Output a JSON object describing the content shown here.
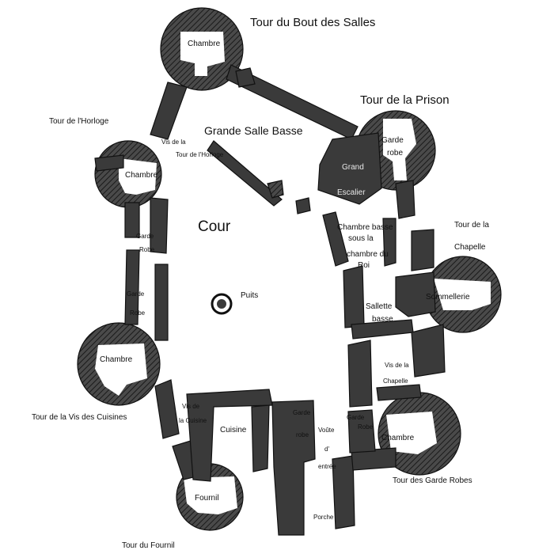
{
  "labels": {
    "tour_bout_salles": "Tour du Bout des Salles",
    "tour_prison": "Tour de la Prison",
    "tour_horloge": "Tour de l'Horloge",
    "tour_chapelle_1": "Tour de la",
    "tour_chapelle_2": "Chapelle",
    "tour_vis_cuisines": "Tour de la Vis des Cuisines",
    "tour_garde_robes": "Tour des Garde Robes",
    "tour_fournil": "Tour du Fournil",
    "chambre_top": "Chambre",
    "chambre_horloge": "Chambre",
    "chambre_left": "Chambre",
    "chambre_right": "Chambre",
    "grande_salle_basse": "Grande Salle Basse",
    "vis_de_la": "Vis de la",
    "tour_de_lhorloge_small": "Tour de l'Horloge",
    "garde_robe_top_1": "Garde",
    "garde_robe_top_2": "robe",
    "grand_escalier_1": "Grand",
    "grand_escalier_2": "Escalier",
    "cour": "Cour",
    "puits": "Puits",
    "garde_robe_left1_1": "Garde",
    "garde_robe_left1_2": "Robe",
    "garde_robe_left2_1": "Garde",
    "garde_robe_left2_2": "Robe",
    "chambre_basse_1": "Chambre basse",
    "chambre_basse_2": "sous la",
    "chambre_basse_3": "chambre du",
    "chambre_basse_4": "Roi",
    "sommellerie": "Sommellerie",
    "sallette_1": "Sallette",
    "sallette_2": "basse",
    "vis_chapelle_1": "Vis de la",
    "vis_chapelle_2": "Chapelle",
    "vis_cuisine_1": "Vis de",
    "vis_cuisine_2": "la Cuisine",
    "cuisine": "Cuisine",
    "garde_robe_mid_1": "Garde",
    "garde_robe_mid_2": "robe",
    "garde_robe_r_1": "Garde",
    "garde_robe_r_2": "Robe",
    "voute_1": "Voûte",
    "voute_2": "d'",
    "voute_3": "entrée",
    "fournil": "Fournil",
    "porche": "Porche"
  }
}
